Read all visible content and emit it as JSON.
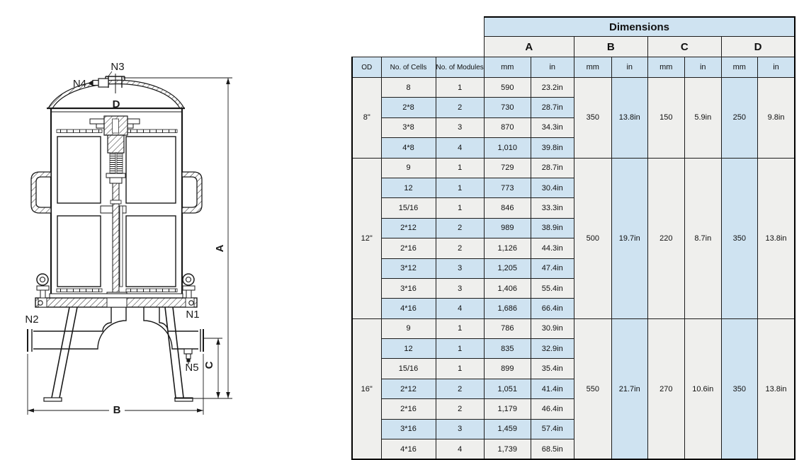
{
  "drawing": {
    "labels": {
      "n1": "N1",
      "n2": "N2",
      "n3": "N3",
      "n4": "N4",
      "n5": "N5",
      "dim_a": "A",
      "dim_b": "B",
      "dim_c": "C",
      "dim_d": "D"
    }
  },
  "table": {
    "title": "Dimensions",
    "dim_headers": [
      "A",
      "B",
      "C",
      "D"
    ],
    "unit_mm": "mm",
    "unit_in": "in",
    "left_headers": [
      "OD",
      "No. of Cells",
      "No. of Modules"
    ],
    "groups": [
      {
        "od": "8\"",
        "rows": [
          {
            "cells": "8",
            "modules": "1",
            "a_mm": "590",
            "a_in": "23.2in"
          },
          {
            "cells": "2*8",
            "modules": "2",
            "a_mm": "730",
            "a_in": "28.7in"
          },
          {
            "cells": "3*8",
            "modules": "3",
            "a_mm": "870",
            "a_in": "34.3in"
          },
          {
            "cells": "4*8",
            "modules": "4",
            "a_mm": "1,010",
            "a_in": "39.8in"
          }
        ],
        "b_mm": "350",
        "b_in": "13.8in",
        "c_mm": "150",
        "c_in": "5.9in",
        "d_mm": "250",
        "d_in": "9.8in"
      },
      {
        "od": "12\"",
        "rows": [
          {
            "cells": "9",
            "modules": "1",
            "a_mm": "729",
            "a_in": "28.7in"
          },
          {
            "cells": "12",
            "modules": "1",
            "a_mm": "773",
            "a_in": "30.4in"
          },
          {
            "cells": "15/16",
            "modules": "1",
            "a_mm": "846",
            "a_in": "33.3in"
          },
          {
            "cells": "2*12",
            "modules": "2",
            "a_mm": "989",
            "a_in": "38.9in"
          },
          {
            "cells": "2*16",
            "modules": "2",
            "a_mm": "1,126",
            "a_in": "44.3in"
          },
          {
            "cells": "3*12",
            "modules": "3",
            "a_mm": "1,205",
            "a_in": "47.4in"
          },
          {
            "cells": "3*16",
            "modules": "3",
            "a_mm": "1,406",
            "a_in": "55.4in"
          },
          {
            "cells": "4*16",
            "modules": "4",
            "a_mm": "1,686",
            "a_in": "66.4in"
          }
        ],
        "b_mm": "500",
        "b_in": "19.7in",
        "c_mm": "220",
        "c_in": "8.7in",
        "d_mm": "350",
        "d_in": "13.8in"
      },
      {
        "od": "16\"",
        "rows": [
          {
            "cells": "9",
            "modules": "1",
            "a_mm": "786",
            "a_in": "30.9in"
          },
          {
            "cells": "12",
            "modules": "1",
            "a_mm": "835",
            "a_in": "32.9in"
          },
          {
            "cells": "15/16",
            "modules": "1",
            "a_mm": "899",
            "a_in": "35.4in"
          },
          {
            "cells": "2*12",
            "modules": "2",
            "a_mm": "1,051",
            "a_in": "41.4in"
          },
          {
            "cells": "2*16",
            "modules": "2",
            "a_mm": "1,179",
            "a_in": "46.4in"
          },
          {
            "cells": "3*16",
            "modules": "3",
            "a_mm": "1,459",
            "a_in": "57.4in"
          },
          {
            "cells": "4*16",
            "modules": "4",
            "a_mm": "1,739",
            "a_in": "68.5in"
          }
        ],
        "b_mm": "550",
        "b_in": "21.7in",
        "c_mm": "270",
        "c_in": "10.6in",
        "d_mm": "350",
        "d_in": "13.8in"
      }
    ]
  },
  "colors": {
    "header_blue": "#cfe3f1",
    "row_gray": "#efefed",
    "row_blue": "#cfe3f1",
    "line": "#1a1a1a"
  }
}
